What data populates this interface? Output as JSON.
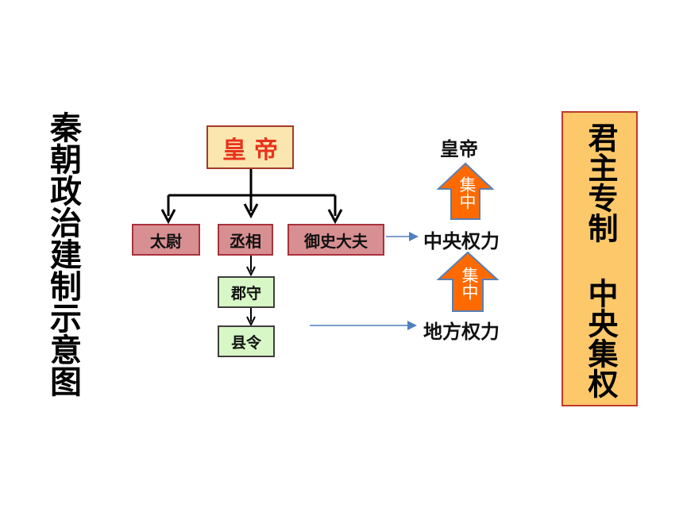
{
  "title": "秦朝政治建制示意图",
  "nodes": {
    "emperor": "皇帝",
    "taiwei": "太尉",
    "chengxiang": "丞相",
    "yushi": "御史大夫",
    "junshou": "郡守",
    "xianling": "县令"
  },
  "right_labels": {
    "emperor": "皇帝",
    "central_power": "中央权力",
    "local_power": "地方权力",
    "arrow_upper": "集中",
    "arrow_lower": "集中"
  },
  "summary": "君主专制 中央集权",
  "colors": {
    "emperor_text": "#e8331c",
    "official_fill": "#d88f92",
    "local_fill": "#d8f7c6",
    "orange_arrow": "#ff6a00",
    "summary_fill": "#fcc86a",
    "connector_blue": "#4f81bd"
  }
}
